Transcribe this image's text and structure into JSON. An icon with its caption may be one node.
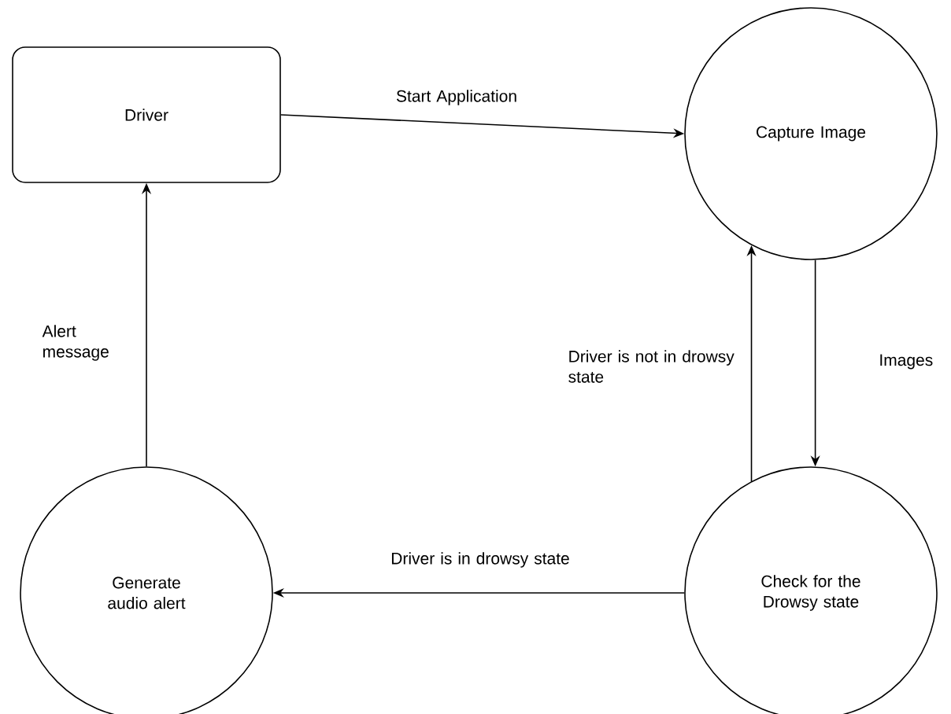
{
  "diagram": {
    "nodes": [
      {
        "text": [
          "Driver"
        ]
      },
      {
        "text": [
          "Capture Image"
        ]
      },
      {
        "text": [
          "Check for the Drowsy state"
        ]
      },
      {
        "text": [
          "Generate audio alert"
        ]
      }
    ],
    "edges": [
      {
        "from": 0,
        "to": 1,
        "arrow": "to",
        "label": "Start Application"
      },
      {
        "from": 1,
        "to": 2,
        "arrow": "to",
        "label": "Images"
      },
      {
        "from": 2,
        "to": 1,
        "arrow": "to",
        "label": "Driver is not in drowsy state"
      },
      {
        "from": 2,
        "to": 3,
        "arrow": "to",
        "label": "Driver is in drowsy state"
      },
      {
        "from": 3,
        "to": 0,
        "arrow": "to",
        "label": "Alert message"
      }
    ]
  }
}
